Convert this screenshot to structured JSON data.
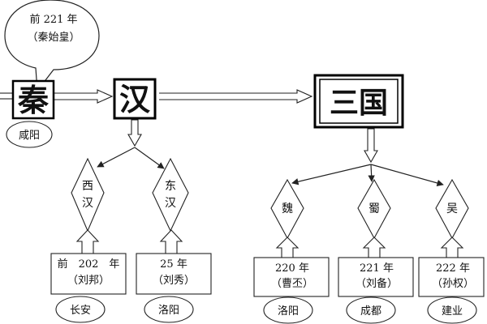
{
  "bubble": {
    "line1": "前 221 年",
    "line2": "（秦始皇）"
  },
  "dynasties": {
    "qin": "秦",
    "han": "汉",
    "sanguo": "三国"
  },
  "capitals": {
    "qin": "咸阳"
  },
  "branches": {
    "western_han": {
      "name_line1": "西",
      "name_line2": "汉",
      "year": "前　202　年",
      "founder": "（刘邦）",
      "capital": "长安"
    },
    "eastern_han": {
      "name_line1": "东",
      "name_line2": "汉",
      "year": "25 年",
      "founder": "（刘秀）",
      "capital": "洛阳"
    },
    "wei": {
      "name": "魏",
      "year": "220 年",
      "founder": "（曹丕）",
      "capital": "洛阳"
    },
    "shu": {
      "name": "蜀",
      "year": "221 年",
      "founder": "（刘备）",
      "capital": "成都"
    },
    "wu": {
      "name": "吴",
      "year": "222 年",
      "founder": "（孙权）",
      "capital": "建业"
    }
  },
  "colors": {
    "line": "#222222",
    "text": "#111111",
    "background": "#ffffff"
  }
}
